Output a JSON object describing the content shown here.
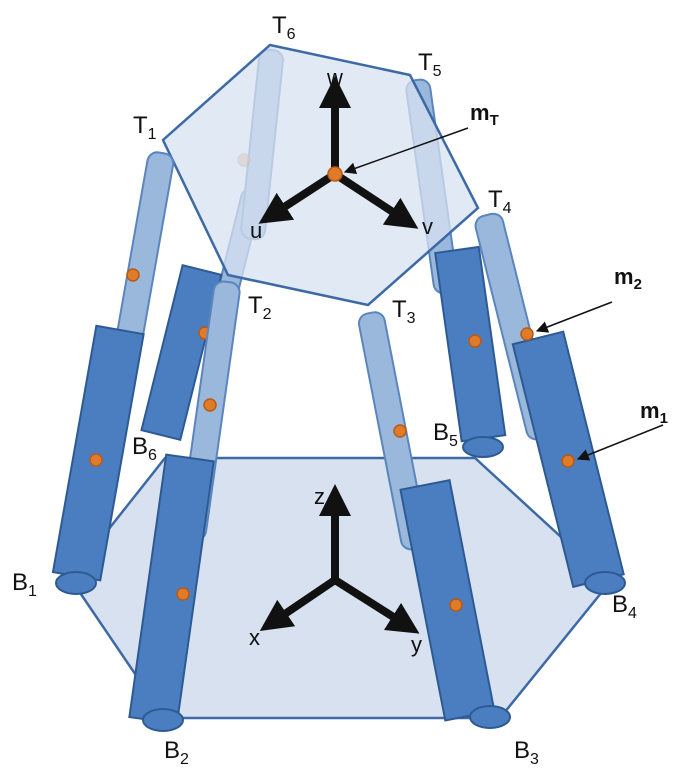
{
  "colors": {
    "plate_fill": "#d7e1f0",
    "plate_stroke": "#3d6aa6",
    "cylinder_fill": "#4a7ec0",
    "cylinder_stroke": "#2e5a94",
    "rod_fill": "#9ab7dc",
    "rod_stroke": "#5b86bd",
    "mass_point": "#e07b2a",
    "arrow": "#111111"
  },
  "labels": {
    "top_joints": [
      {
        "main": "T",
        "sub": "1"
      },
      {
        "main": "T",
        "sub": "2"
      },
      {
        "main": "T",
        "sub": "3"
      },
      {
        "main": "T",
        "sub": "4"
      },
      {
        "main": "T",
        "sub": "5"
      },
      {
        "main": "T",
        "sub": "6"
      }
    ],
    "base_joints": [
      {
        "main": "B",
        "sub": "1"
      },
      {
        "main": "B",
        "sub": "2"
      },
      {
        "main": "B",
        "sub": "3"
      },
      {
        "main": "B",
        "sub": "4"
      },
      {
        "main": "B",
        "sub": "5"
      },
      {
        "main": "B",
        "sub": "6"
      }
    ],
    "top_frame_axes": {
      "up": "w",
      "left": "u",
      "right": "v"
    },
    "base_frame_axes": {
      "up": "z",
      "left": "x",
      "right": "y"
    },
    "masses": [
      {
        "main": "m",
        "sub": "T"
      },
      {
        "main": "m",
        "sub": "2"
      },
      {
        "main": "m",
        "sub": "1"
      }
    ]
  }
}
